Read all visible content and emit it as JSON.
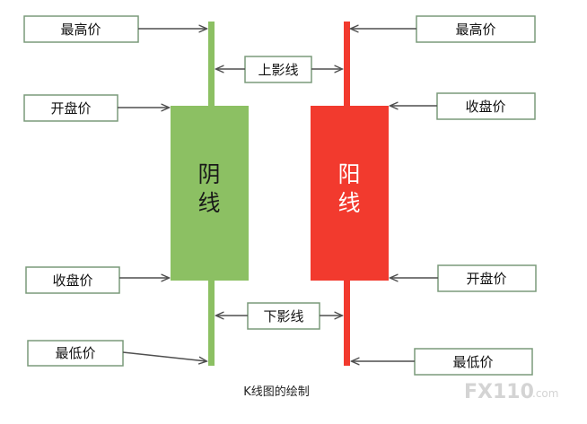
{
  "bearish": {
    "highest": "最高价",
    "open": "开盘价",
    "body": [
      "阴",
      "线"
    ],
    "close": "收盘价",
    "lowest": "最低价"
  },
  "bullish": {
    "highest": "最高价",
    "close": "收盘价",
    "body": [
      "阳",
      "线"
    ],
    "open": "开盘价",
    "lowest": "最低价"
  },
  "upper_shadow": "上影线",
  "lower_shadow": "下影线",
  "caption": "K线图的绘制",
  "watermark": {
    "brand": "FX110",
    "suffix": ".com"
  },
  "colors": {
    "bearish": "#8cc063",
    "bullish": "#f23a2e",
    "box_border": "#7a9a7a",
    "arrow": "#4f4f4f"
  }
}
